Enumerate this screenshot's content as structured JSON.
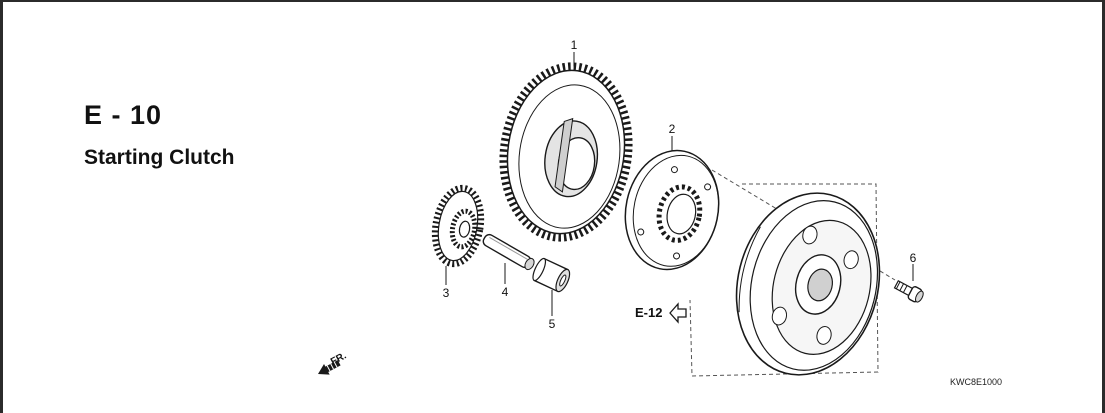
{
  "page": {
    "section_code": "E - 10",
    "section_title": "Starting Clutch",
    "reference": "E-12",
    "front_marker": "FR.",
    "diagram_code": "KWC8E1000"
  },
  "parts": [
    {
      "number": "1",
      "icon": "starter-driven-gear-icon"
    },
    {
      "number": "2",
      "icon": "starting-clutch-outer-icon"
    },
    {
      "number": "3",
      "icon": "starter-reduction-gear-icon"
    },
    {
      "number": "4",
      "icon": "reduction-gear-shaft-icon"
    },
    {
      "number": "5",
      "icon": "collar-icon"
    },
    {
      "number": "6",
      "icon": "bolt-icon"
    }
  ],
  "colors": {
    "line": "#1a1a1a",
    "shade": "#d9d9d9",
    "frame": "#2b2b2b"
  }
}
